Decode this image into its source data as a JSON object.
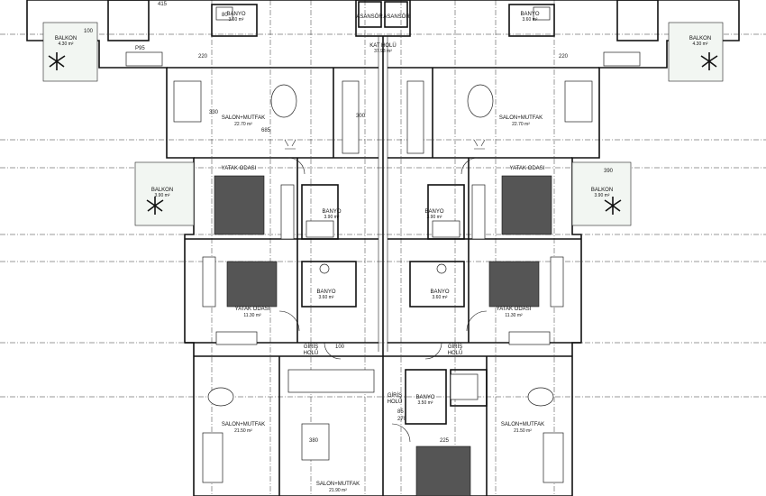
{
  "rooms": {
    "tl_banyo": "BANYO",
    "tl_banyo_area": "3.60 m²",
    "tr_banyo": "BANYO",
    "tr_banyo_area": "3.60 m²",
    "asansor_l": "ASANSÖR",
    "asansor_r": "ASANSÖR",
    "kat_holu": "KAT HOLÜ",
    "kat_holu_area": "37.93 m²",
    "balkon_tl": "BALKON",
    "balkon_tl_area": "4.30 m²",
    "balkon_tr": "BALKON",
    "balkon_tr_area": "4.30 m²",
    "salon_l": "SALON+MUTFAK",
    "salon_l_area": "22.70 m²",
    "salon_r": "SALON+MUTFAK",
    "salon_r_area": "22.70 m²",
    "yatak_l": "YATAK ODASI",
    "yatak_r": "YATAK ODASI",
    "balkon_ml": "BALKON",
    "balkon_ml_area": "3.90 m²",
    "balkon_mr": "BALKON",
    "balkon_mr_area": "3.90 m²",
    "banyo_ml": "BANYO",
    "banyo_ml_area": "3.90 m²",
    "banyo_mr": "BANYO",
    "banyo_mr_area": "3.90 m²",
    "banyo_ll": "BANYO",
    "banyo_ll_area": "3.60 m²",
    "banyo_lr": "BANYO",
    "banyo_lr_area": "3.60 m²",
    "yatak2_l": "YATAK ODASI",
    "yatak2_l_area": "11.30 m²",
    "yatak2_r": "YATAK ODASI",
    "yatak2_r_area": "11.30 m²",
    "giris_l": "GİRİŞ",
    "giris_l2": "HOLÜ",
    "giris_r": "GİRİŞ",
    "giris_r2": "HOLÜ",
    "giris_c": "GİRİŞ",
    "giris_c2": "HOLÜ",
    "banyo_c": "BANYO",
    "banyo_c_area": "3.50 m²",
    "salon_bl": "SALON+MUTFAK",
    "salon_bl_area": "21.50 m²",
    "salon_br": "SALON+MUTFAK",
    "salon_br_area": "21.50 m²",
    "salon_bc": "SALON+MUTFAK",
    "salon_bc_area": "21.90 m²"
  },
  "dims": {
    "d1": "415",
    "d2": "220",
    "d3": "80",
    "d4": "100",
    "d5": "220",
    "d6": "685",
    "d7": "390",
    "d8": "330",
    "d9": "300",
    "d10": "225",
    "d11": "85",
    "d12": "270",
    "d13": "380",
    "d14": "100",
    "d15": "P95"
  }
}
